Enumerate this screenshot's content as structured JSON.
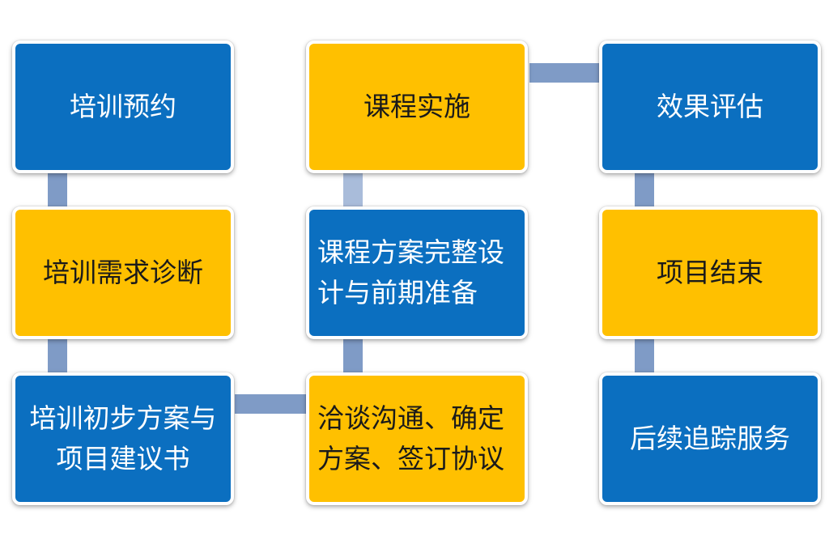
{
  "diagram": {
    "colors": {
      "blue": "#0b6fc0",
      "yellow": "#ffc000",
      "connector": "#7f9bc6"
    },
    "steps": [
      {
        "label": "培训预约",
        "color": "blue"
      },
      {
        "label": "培训需求诊断",
        "color": "yellow"
      },
      {
        "label": "培训初步方案与项目建议书",
        "color": "blue"
      },
      {
        "label": "洽谈沟通、确定方案、签订协议",
        "color": "yellow"
      },
      {
        "label": "课程方案完整设计与前期准备",
        "color": "blue"
      },
      {
        "label": "课程实施",
        "color": "yellow"
      },
      {
        "label": "效果评估",
        "color": "blue"
      },
      {
        "label": "项目结束",
        "color": "yellow"
      },
      {
        "label": "后续追踪服务",
        "color": "blue"
      }
    ]
  }
}
